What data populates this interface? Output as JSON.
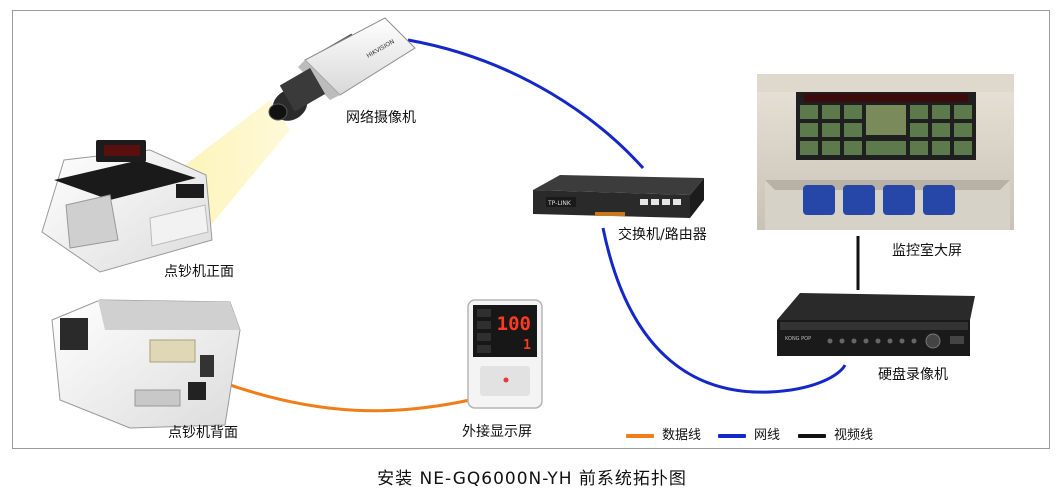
{
  "devices": {
    "counter_front": "点钞机正面",
    "counter_back": "点钞机背面",
    "camera": "网络摄像机",
    "switch": "交换机/路由器",
    "monitor_room": "监控室大屏",
    "nvr": "硬盘录像机",
    "external_display": "外接显示屏"
  },
  "display_readout": {
    "top": "100",
    "bottom": "1"
  },
  "camera_brand": "HIKVISION",
  "switch_brand": "TP-LINK",
  "nvr_brand": "KONG POP",
  "legend": [
    {
      "label": "数据线",
      "color": "#f07d1a"
    },
    {
      "label": "网线",
      "color": "#1428c8"
    },
    {
      "label": "视频线",
      "color": "#111111"
    }
  ],
  "caption": "安装 NE-GQ6000N-YH 前系统拓扑图"
}
